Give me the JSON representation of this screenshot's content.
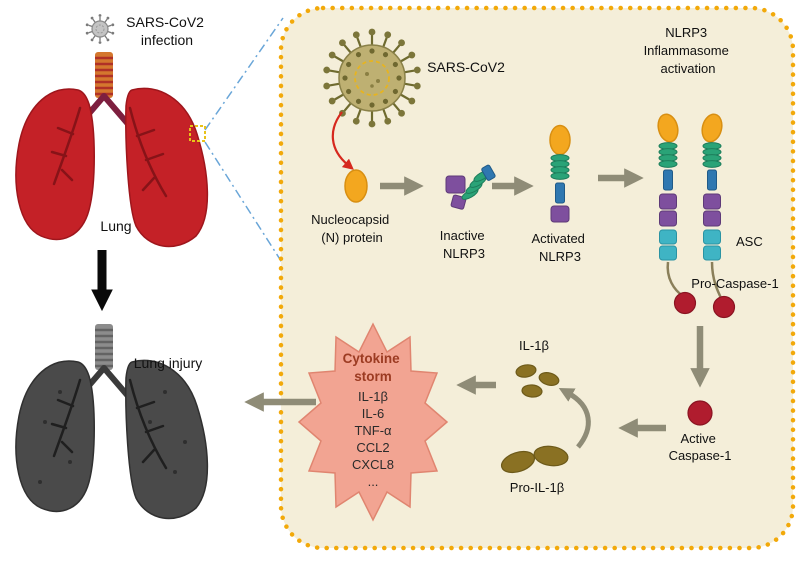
{
  "colors": {
    "panel_bg": "#f4eed9",
    "panel_border": "#f2a90a",
    "healthy_lung": "#c42127",
    "injured_lung": "#4a4a4a",
    "arrow_gray": "#8f8c77",
    "nucleocapsid_orange": "#f3a71f",
    "nlrp3_purple": "#7e4f9e",
    "coil_green": "#2aa377",
    "bar_blue": "#2f77b0",
    "asc_cyan": "#3fb4c4",
    "caspase_red": "#b01c2e",
    "il1b_brown": "#8a7123",
    "storm_fill": "#f2a492"
  },
  "left_column": {
    "infection_label": [
      "SARS-CoV2",
      "infection"
    ],
    "lung_label": "Lung",
    "lung_injury_label": "Lung injury"
  },
  "panel": {
    "virus_label": "SARS-CoV2",
    "activation_label": [
      "NLRP3",
      "Inflammasome",
      "activation"
    ],
    "nucleocapsid_label": [
      "Nucleocapsid",
      "(N) protein"
    ],
    "inactive_nlrp3_label": [
      "Inactive",
      "NLRP3"
    ],
    "activated_nlrp3_label": [
      "Activated",
      "NLRP3"
    ],
    "asc_label": "ASC",
    "pro_caspase1_label": "Pro-Caspase-1",
    "active_caspase1_label": [
      "Active",
      "Caspase-1"
    ],
    "il1b_label": "IL-1β",
    "pro_il1b_label": "Pro-IL-1β",
    "cytokine_storm": {
      "title": [
        "Cytokine",
        "storm"
      ],
      "items": [
        "IL-1β",
        "IL-6",
        "TNF-α",
        "CCL2",
        "CXCL8",
        "..."
      ]
    }
  }
}
